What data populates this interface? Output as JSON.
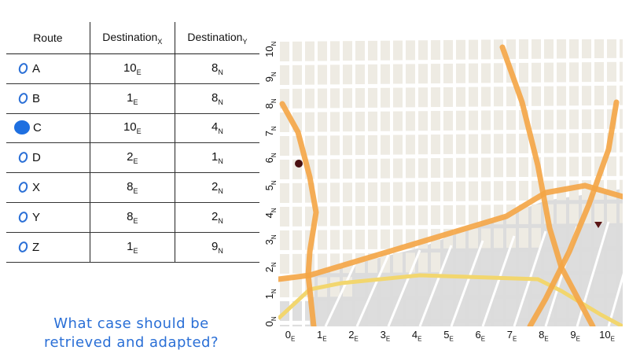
{
  "table": {
    "headers": {
      "route": "Route",
      "dest_x": "Destination",
      "dest_x_sub": "X",
      "dest_y": "Destination",
      "dest_y_sub": "Y"
    },
    "rows": [
      {
        "route": "A",
        "selected": false,
        "x": "10",
        "x_unit": "E",
        "y": "8",
        "y_unit": "N"
      },
      {
        "route": "B",
        "selected": false,
        "x": "1",
        "x_unit": "E",
        "y": "8",
        "y_unit": "N"
      },
      {
        "route": "C",
        "selected": true,
        "x": "10",
        "x_unit": "E",
        "y": "4",
        "y_unit": "N"
      },
      {
        "route": "D",
        "selected": false,
        "x": "2",
        "x_unit": "E",
        "y": "1",
        "y_unit": "N"
      },
      {
        "route": "X",
        "selected": false,
        "x": "8",
        "x_unit": "E",
        "y": "2",
        "y_unit": "N"
      },
      {
        "route": "Y",
        "selected": false,
        "x": "8",
        "x_unit": "E",
        "y": "2",
        "y_unit": "N"
      },
      {
        "route": "Z",
        "selected": false,
        "x": "1",
        "x_unit": "E",
        "y": "9",
        "y_unit": "N"
      }
    ]
  },
  "caption": {
    "line1": "What case should be",
    "line2": "retrieved and adapted?"
  },
  "map": {
    "x_ticks": [
      {
        "n": "0",
        "u": "E"
      },
      {
        "n": "1",
        "u": "E"
      },
      {
        "n": "2",
        "u": "E"
      },
      {
        "n": "3",
        "u": "E"
      },
      {
        "n": "4",
        "u": "E"
      },
      {
        "n": "5",
        "u": "E"
      },
      {
        "n": "6",
        "u": "E"
      },
      {
        "n": "7",
        "u": "E"
      },
      {
        "n": "8",
        "u": "E"
      },
      {
        "n": "9",
        "u": "E"
      },
      {
        "n": "10",
        "u": "E"
      }
    ],
    "y_ticks": [
      {
        "n": "0",
        "u": "N"
      },
      {
        "n": "1",
        "u": "N"
      },
      {
        "n": "2",
        "u": "N"
      },
      {
        "n": "3",
        "u": "N"
      },
      {
        "n": "4",
        "u": "N"
      },
      {
        "n": "5",
        "u": "N"
      },
      {
        "n": "6",
        "u": "N"
      },
      {
        "n": "7",
        "u": "N"
      },
      {
        "n": "8",
        "u": "N"
      },
      {
        "n": "9",
        "u": "N"
      },
      {
        "n": "10",
        "u": "N"
      }
    ],
    "colors": {
      "block_light": "#eeebe3",
      "block_gray": "#dcdcdc",
      "street": "#ffffff",
      "road_major": "#f4a545",
      "road_minor": "#f2d66e",
      "start_marker": "#4a1010",
      "goal_marker": "#5a1515",
      "selected_mark": "#1e6fe0"
    }
  }
}
